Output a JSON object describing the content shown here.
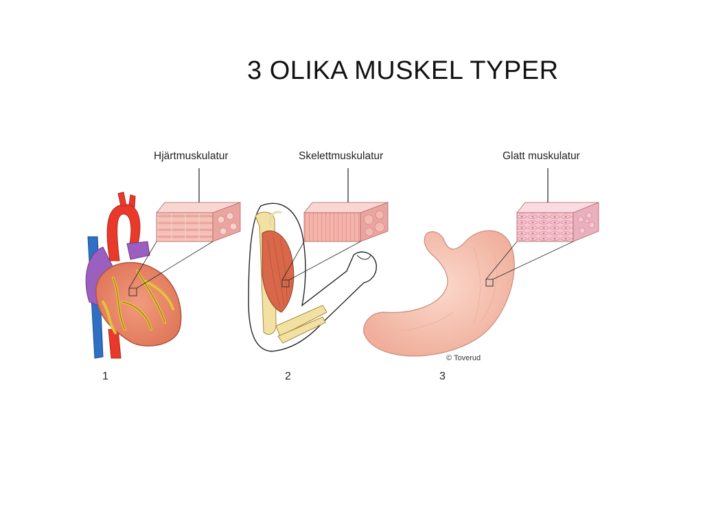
{
  "slide": {
    "title": "3 OLIKA MUSKEL TYPER"
  },
  "panels": [
    {
      "label": "Hjärtmuskulatur",
      "number": "1"
    },
    {
      "label": "Skelettmuskulatur",
      "number": "2"
    },
    {
      "label": "Glatt muskulatur",
      "number": "3"
    }
  ],
  "credit": "© Toverud",
  "colors": {
    "artery_red": "#e8392a",
    "vein_blue": "#2f6fc4",
    "vein_purple": "#9b5fc0",
    "heart_salmon": "#e9876a",
    "coronary_yellow": "#e6c23a",
    "tissue_pink": "#f2a8a8",
    "stomach_pink": "#f6c4b6",
    "bone_cream": "#f3e1a4",
    "muscle_red": "#d9684a"
  }
}
